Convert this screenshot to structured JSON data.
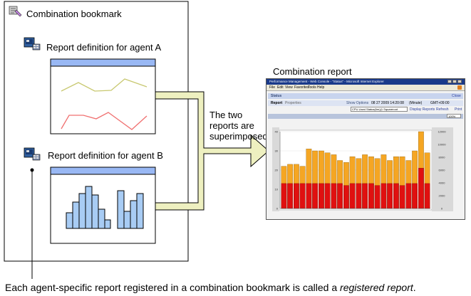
{
  "bookmark": {
    "title": "Combination bookmark",
    "icon": "bookmark-folder-icon",
    "agent_a_label": "Report definition for agent A",
    "agent_b_label": "Report definition for agent B",
    "agent_icon": "agent-monitor-icon"
  },
  "middle": {
    "line1": "The two",
    "line2": "reports are",
    "line3": "superimposed"
  },
  "combination_report": {
    "title": "Combination report",
    "window": {
      "titlebar": "Performance Management - Web Console - \"Status\" - Microsoft Internet Explorer",
      "menu": [
        "File",
        "Edit",
        "View",
        "Favorites",
        "Tools",
        "Help"
      ],
      "status_label": "Status",
      "close_label": "Close",
      "tab_report": "Report",
      "tab_properties": "Properties",
      "show_options": "Show Options",
      "timestamp": "08 27 2009 14:20:08",
      "interval": "(Minute)",
      "timezone": "GMT+09:00",
      "field_select": "CPU Used Status(6m)(1 Squareroot",
      "display_reports": "Display Reports",
      "refresh": "Refresh",
      "print": "Print",
      "zoom": "100%"
    }
  },
  "chart_data": {
    "type": "bar",
    "series": [
      {
        "values": [
          22,
          23,
          23,
          22,
          31,
          30,
          30,
          29,
          28,
          25,
          24,
          27,
          26,
          28,
          27,
          26,
          28,
          25,
          27,
          27,
          25,
          30,
          40,
          29
        ]
      },
      {
        "values": [
          13,
          13,
          13,
          13,
          13,
          13,
          13,
          13,
          13,
          13,
          12,
          13,
          13,
          13,
          13,
          12,
          13,
          13,
          13,
          12,
          13,
          13,
          21,
          13
        ]
      }
    ],
    "left_axis_ticks": [
      "40",
      "30",
      "20",
      "10",
      "0"
    ],
    "right_axis_ticks": [
      "12000",
      "10000",
      "8000",
      "6000",
      "4000",
      "2000",
      "0"
    ],
    "ylim_left": [
      0,
      40
    ],
    "ylim_right": [
      0,
      12000
    ],
    "colors": {
      "top": "#f5a623",
      "bottom": "#e01010"
    }
  },
  "caption": {
    "text": "Each agent-specific report registered in a combination bookmark is called a ",
    "term": "registered report",
    "period": "."
  },
  "colors": {
    "window_header": "#99b8f4",
    "line_upper": "#c8c870",
    "line_lower": "#f07070",
    "histogram_fill": "#a8ccf4",
    "arrow_fill": "#eef0c0"
  }
}
